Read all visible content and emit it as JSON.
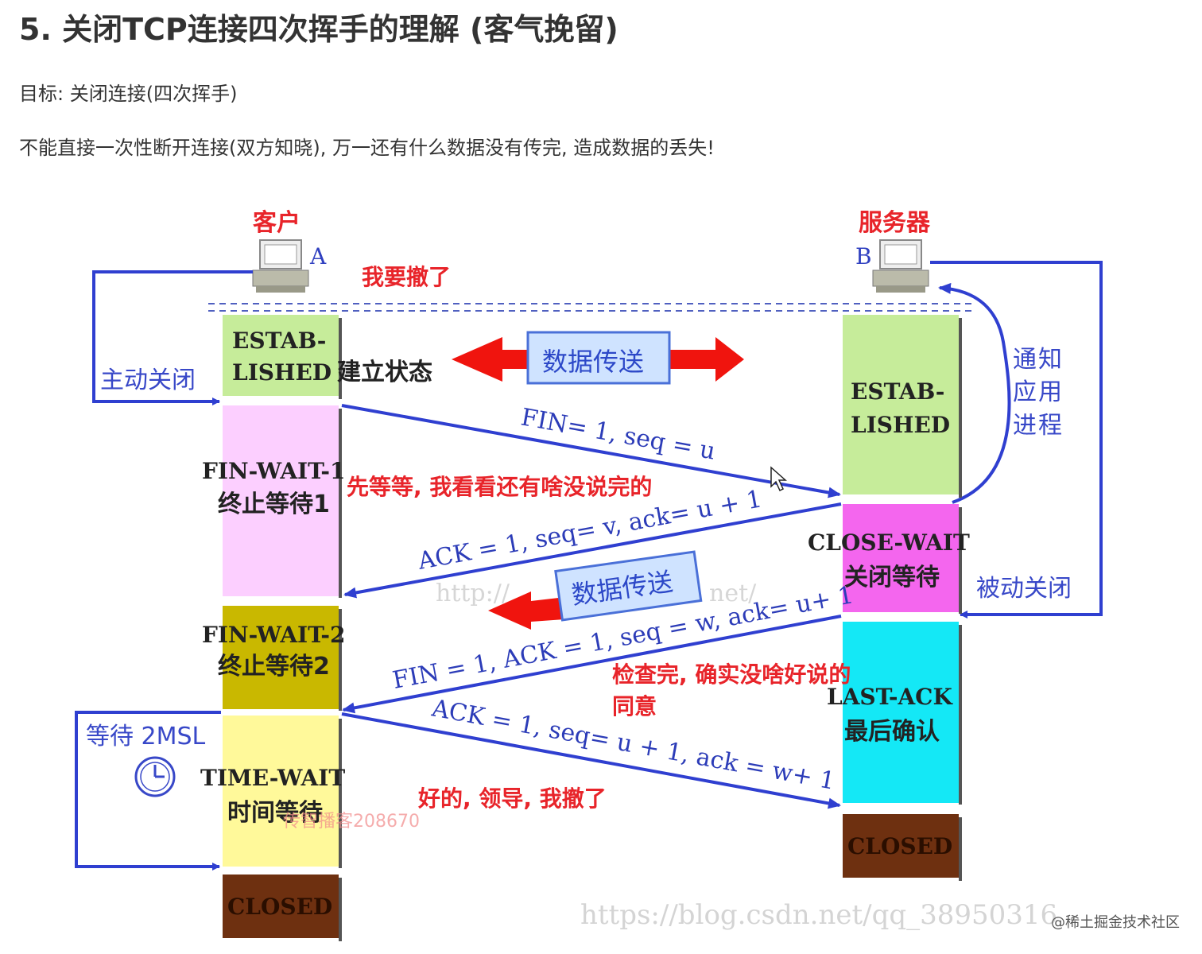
{
  "header": {
    "title": "5. 关闭TCP连接四次挥手的理解 (客气挽留)",
    "goal": "目标: 关闭连接(四次挥手)",
    "desc": "不能直接一次性断开连接(双方知晓), 万一还有什么数据没有传完, 造成数据的丢失!"
  },
  "diagram": {
    "client_label": "客户",
    "client_id": "A",
    "server_label": "服务器",
    "server_id": "B",
    "active_close": "主动关闭",
    "passive_close": "被动关闭",
    "notify_app": [
      "通",
      "知",
      "应",
      "用",
      "进",
      "程"
    ],
    "data_transfer_1": "数据传送",
    "data_transfer_2": "数据传送",
    "wait_2msl": "等待 2MSL",
    "client_states": {
      "established_1": "ESTAB-",
      "established_2": "LISHED",
      "established_cn": "建立状态",
      "fin_wait_1": "FIN-WAIT-1",
      "fin_wait_1_cn": "终止等待1",
      "fin_wait_2": "FIN-WAIT-2",
      "fin_wait_2_cn": "终止等待2",
      "time_wait": "TIME-WAIT",
      "time_wait_cn": "时间等待",
      "closed": "CLOSED"
    },
    "server_states": {
      "established_1": "ESTAB-",
      "established_2": "LISHED",
      "close_wait": "CLOSE-WAIT",
      "close_wait_cn": "关闭等待",
      "last_ack": "LAST-ACK",
      "last_ack_cn": "最后确认",
      "closed": "CLOSED"
    },
    "messages": {
      "fin1": "FIN= 1, seq = u",
      "ack1": "ACK = 1, seq= v, ack= u + 1",
      "fin2": "FIN = 1, ACK = 1, seq = w, ack= u+ 1",
      "ack2": "ACK = 1, seq= u + 1, ack = w+ 1"
    },
    "annotations": {
      "im_leaving": "我要撤了",
      "wait_check": "先等等, 我看看还有啥没说完的",
      "checked_1": "检查完, 确实没啥好说的",
      "checked_2": "同意",
      "ok_leader": "好的, 领导, 我撤了"
    },
    "watermarks": {
      "csdn_1": "http://",
      "csdn_2": "net/",
      "csdn_3": "https://blog.csdn.net/qq_38950316",
      "blog": "传智播客208670",
      "juejin": "@稀土掘金技术社区"
    },
    "colors": {
      "arrow_blue": "#2f3fd0",
      "annotation_red": "#e8242a",
      "green_box": "#c6ec9a",
      "pink_box": "#fccfff",
      "olive_box": "#c9b800",
      "yellow_box": "#fff99a",
      "brown_box": "#6e3010",
      "magenta_box": "#f466ee",
      "cyan_box": "#14e8f6"
    }
  }
}
